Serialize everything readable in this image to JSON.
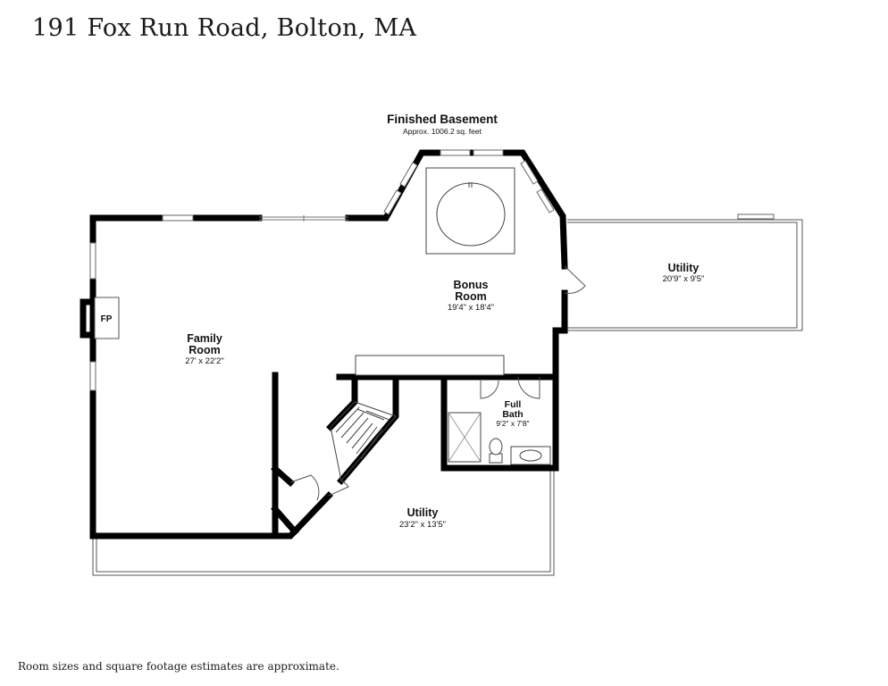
{
  "header": {
    "address": "191 Fox Run Road, Bolton, MA"
  },
  "floor": {
    "title": "Finished Basement",
    "area": "Approx. 1006.2 sq. feet"
  },
  "rooms": {
    "bonus_room": {
      "name_line1": "Bonus",
      "name_line2": "Room",
      "dims": "19'4\" x 18'4\""
    },
    "family_room": {
      "name_line1": "Family",
      "name_line2": "Room",
      "dims": "27' x 22'2\""
    },
    "utility_east": {
      "name": "Utility",
      "dims": "20'9\" x 9'5\""
    },
    "full_bath": {
      "name_line1": "Full",
      "name_line2": "Bath",
      "dims": "9'2\" x 7'8\""
    },
    "utility_south": {
      "name": "Utility",
      "dims": "23'2\" x 13'5\""
    },
    "fireplace": {
      "label": "FP"
    }
  },
  "footer": {
    "disclaimer": "Room sizes and square footage estimates are approximate."
  }
}
